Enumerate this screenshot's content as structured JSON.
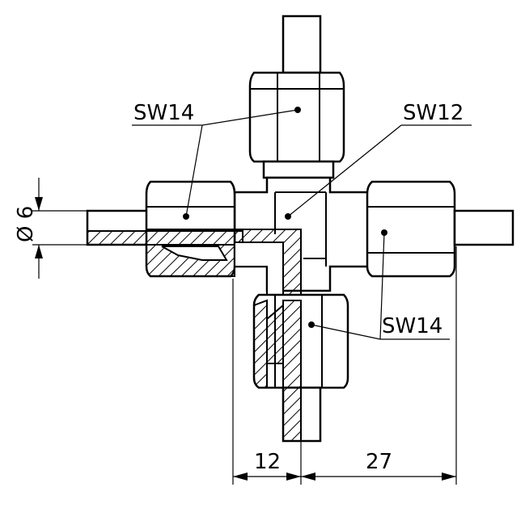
{
  "labels": {
    "sw_top_left": "SW14",
    "sw_top_right": "SW12",
    "sw_bottom_right": "SW14",
    "diameter": "Ø 6",
    "dim_12": "12",
    "dim_27": "27"
  },
  "colors": {
    "line": "#000000",
    "background": "#ffffff",
    "hatch": "#000000"
  }
}
